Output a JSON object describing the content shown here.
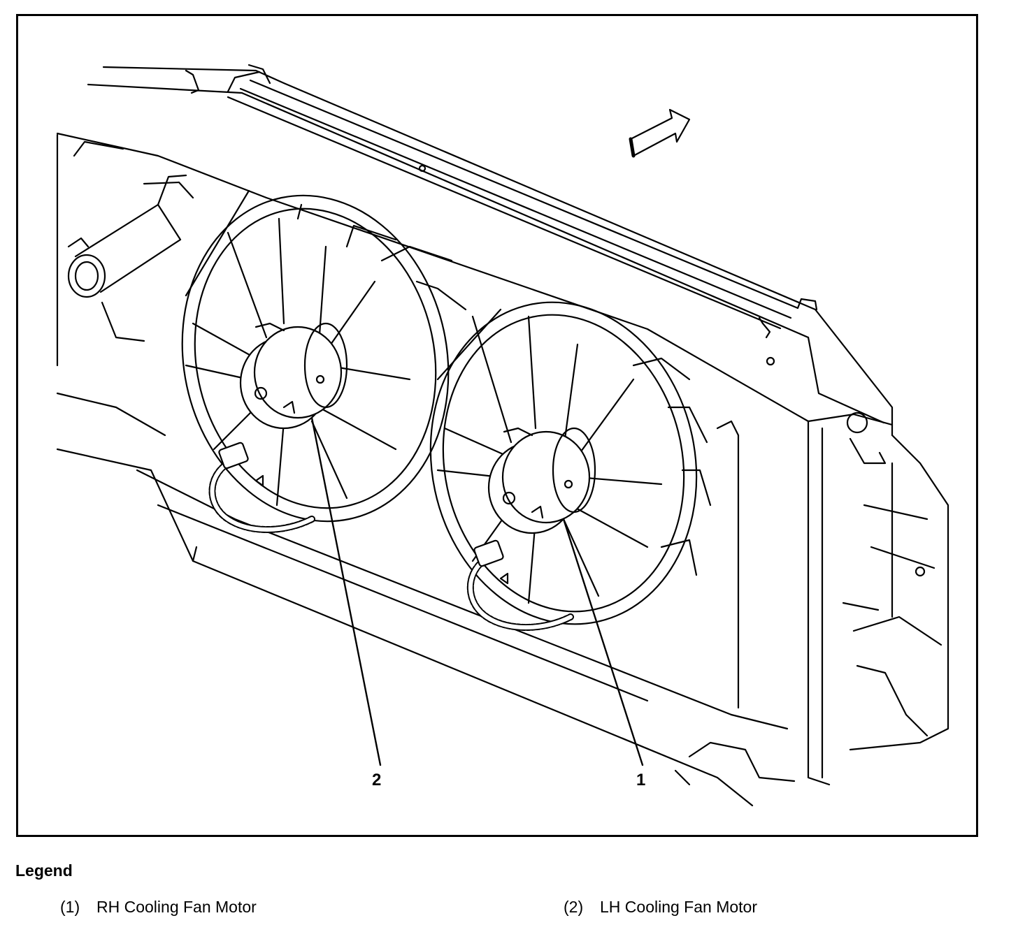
{
  "diagram": {
    "callouts": [
      {
        "id": "1",
        "label": "1"
      },
      {
        "id": "2",
        "label": "2"
      }
    ],
    "colors": {
      "line": "#000000",
      "paper": "#ffffff"
    }
  },
  "legend": {
    "title": "Legend",
    "items": [
      {
        "number": "(1)",
        "text": "RH Cooling Fan Motor"
      },
      {
        "number": "(2)",
        "text": "LH Cooling Fan Motor"
      }
    ]
  }
}
